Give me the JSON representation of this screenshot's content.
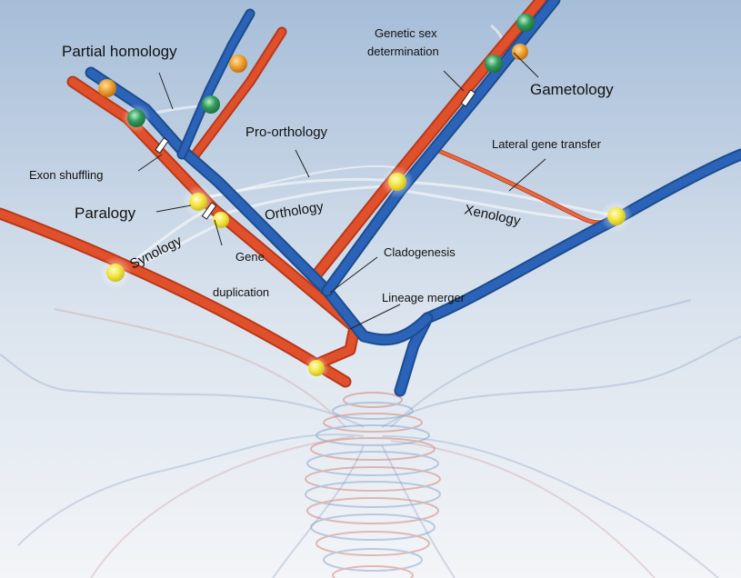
{
  "labels": {
    "partial_homology": "Partial homology",
    "genetic_sex_determination_1": "Genetic sex",
    "genetic_sex_determination_2": "determination",
    "gametology": "Gametology",
    "pro_orthology": "Pro-orthology",
    "lateral_gene_transfer": "Lateral gene transfer",
    "exon_shuffling": "Exon shuffling",
    "paralogy": "Paralogy",
    "orthology": "Orthology",
    "xenology": "Xenology",
    "synology": "Synology",
    "gene_duplication_1": "Gene",
    "gene_duplication_2": "duplication",
    "cladogenesis": "Cladogenesis",
    "lineage_merger": "Lineage merger"
  },
  "colors": {
    "background_top": "#9fb8d4",
    "background_bottom": "#f3f5f8",
    "red_lineage": "#e0502a",
    "blue_lineage": "#2a63b8",
    "gene_yellow": "#f2e640",
    "gene_green": "#2f9a5a",
    "gene_orange": "#f0a030"
  }
}
